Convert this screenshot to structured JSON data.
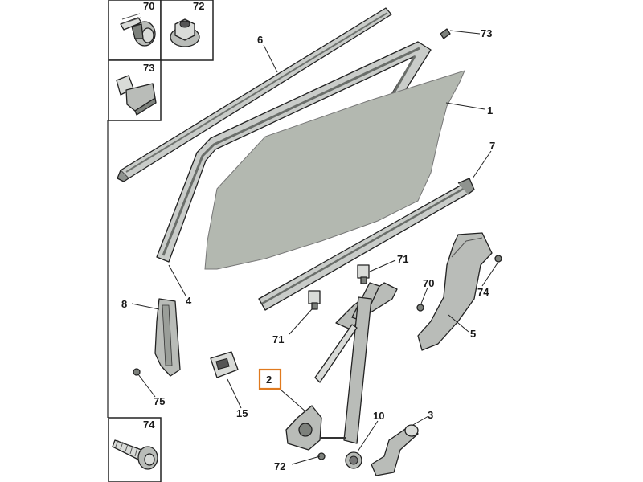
{
  "diagram": {
    "inset_boxes": [
      {
        "id": "box-70",
        "label": "70",
        "icon": "screw-with-washer-icon"
      },
      {
        "id": "box-72",
        "label": "72",
        "icon": "flange-nut-icon"
      },
      {
        "id": "box-73",
        "label": "73",
        "icon": "clip-fastener-icon"
      },
      {
        "id": "box-74",
        "label": "74",
        "icon": "self-tapping-screw-icon"
      }
    ],
    "callouts": {
      "c1": "1",
      "c2": "2",
      "c3": "3",
      "c4": "4",
      "c5": "5",
      "c6": "6",
      "c7": "7",
      "c8": "8",
      "c10": "10",
      "c15": "15",
      "c70": "70",
      "c71a": "71",
      "c71b": "71",
      "c72": "72",
      "c73": "73",
      "c74": "74",
      "c75": "75"
    },
    "highlighted_callout": "2",
    "highlight_color": "#e07a1f"
  }
}
